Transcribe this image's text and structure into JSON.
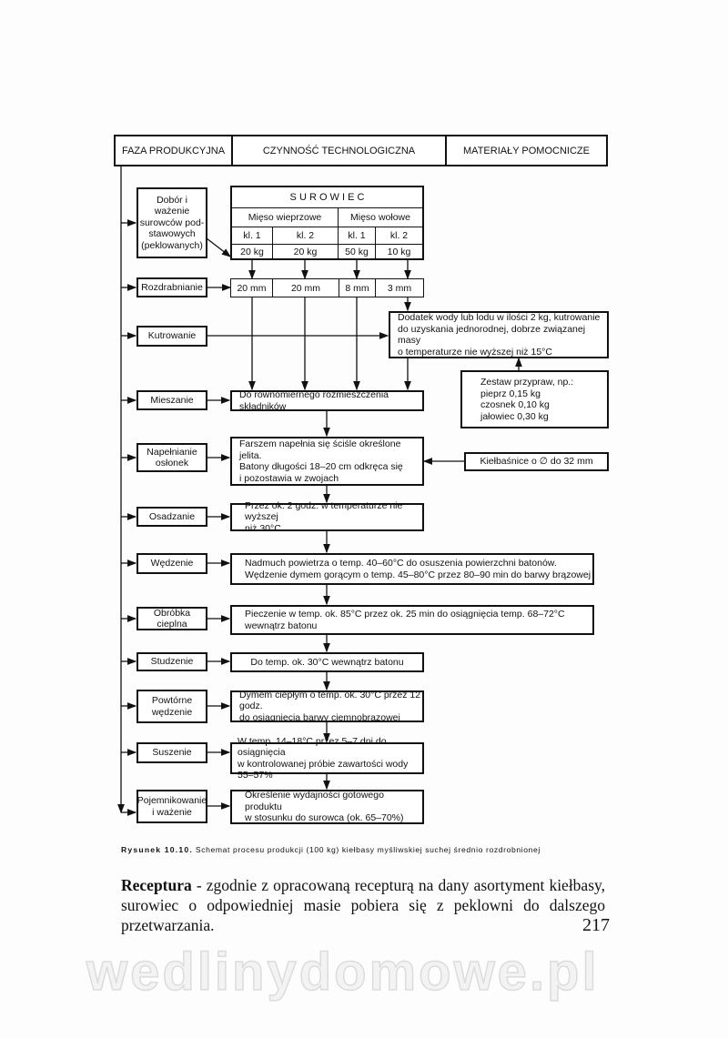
{
  "header": {
    "col1": "FAZA PRODUKCYJNA",
    "col2": "CZYNNOŚĆ TECHNOLOGICZNA",
    "col3": "MATERIAŁY POMOCNICZE"
  },
  "phases": [
    "Dobór i ważenie\nsurowców pod-\nstawowych\n(peklowanych)",
    "Rozdrabnianie",
    "Kutrowanie",
    "Mieszanie",
    "Napełnianie\nosłonek",
    "Osadzanie",
    "Wędzenie",
    "Obróbka cieplna",
    "Studzenie",
    "Powtórne\nwędzenie",
    "Suszenie",
    "Pojemnikowanie\ni ważenie"
  ],
  "surowiec": {
    "title": "S U R O W I E C",
    "groups": [
      "Mięso wieprzowe",
      "Mięso wołowe"
    ],
    "classes": [
      "kl. 1",
      "kl. 2",
      "kl. 1",
      "kl. 2"
    ],
    "weights": [
      "20 kg",
      "20 kg",
      "50 kg",
      "10 kg"
    ],
    "sizes": [
      "20 mm",
      "20 mm",
      "8 mm",
      "3 mm"
    ]
  },
  "actions": {
    "kutrowanie": "Dodatek wody lub lodu w ilości 2 kg, kutrowanie\ndo uzyskania jednorodnej, dobrze związanej masy\no temperaturze nie wyższej niż 15°C",
    "mieszanie": "Do równomiernego rozmieszczenia składników",
    "napelnianie": "Farszem napełnia się ściśle określone jelita.\nBatony długości 18–20 cm odkręca się\ni pozostawia w zwojach",
    "osadzanie": "Przez ok. 2 godz. w temperaturze nie wyższej\nniż 30°C",
    "wedzenie": "Nadmuch powietrza o temp. 40–60°C do osuszenia powierzchni batonów.\nWędzenie dymem gorącym o temp. 45–80°C przez 80–90 min do barwy brązowej",
    "obrobka": "Pieczenie w temp. ok. 85°C przez ok. 25 min do osiągnięcia temp. 68–72°C\nwewnątrz batonu",
    "studzenie": "Do temp. ok. 30°C wewnątrz batonu",
    "powtorne": "Dymem ciepłym o temp. ok. 30°C przez 12 godz.\ndo osiągnięcia barwy ciemnobrązowej",
    "suszenie": "W temp. 14–18°C przez 5–7 dni do osiągnięcia\nw kontrolowanej próbie zawartości wody 55–57%",
    "pojemnikowanie": "Określenie wydajności gotowego produktu\nw stosunku do surowca (ok. 65–70%)"
  },
  "materials": {
    "przyprawy": "Zestaw przypraw, np.:\npieprz 0,15 kg\nczosnek 0,10 kg\njałowiec 0,30 kg",
    "kielbasnice": "Kiełbaśnice o ∅ do 32 mm"
  },
  "caption": {
    "label": "Rysunek 10.10.",
    "text": " Schemat procesu produkcji (100 kg) kiełbasy myśliwskiej suchej średnio rozdrobnionej"
  },
  "body": {
    "bold": "Receptura",
    "text": " - zgodnie z opracowaną recepturą na dany asortyment kiełbasy, surowiec o odpowiedniej masie pobiera się z peklowni do dalszego przetwarzania."
  },
  "page_number": "217",
  "watermark": "wedlinydomowe.pl"
}
